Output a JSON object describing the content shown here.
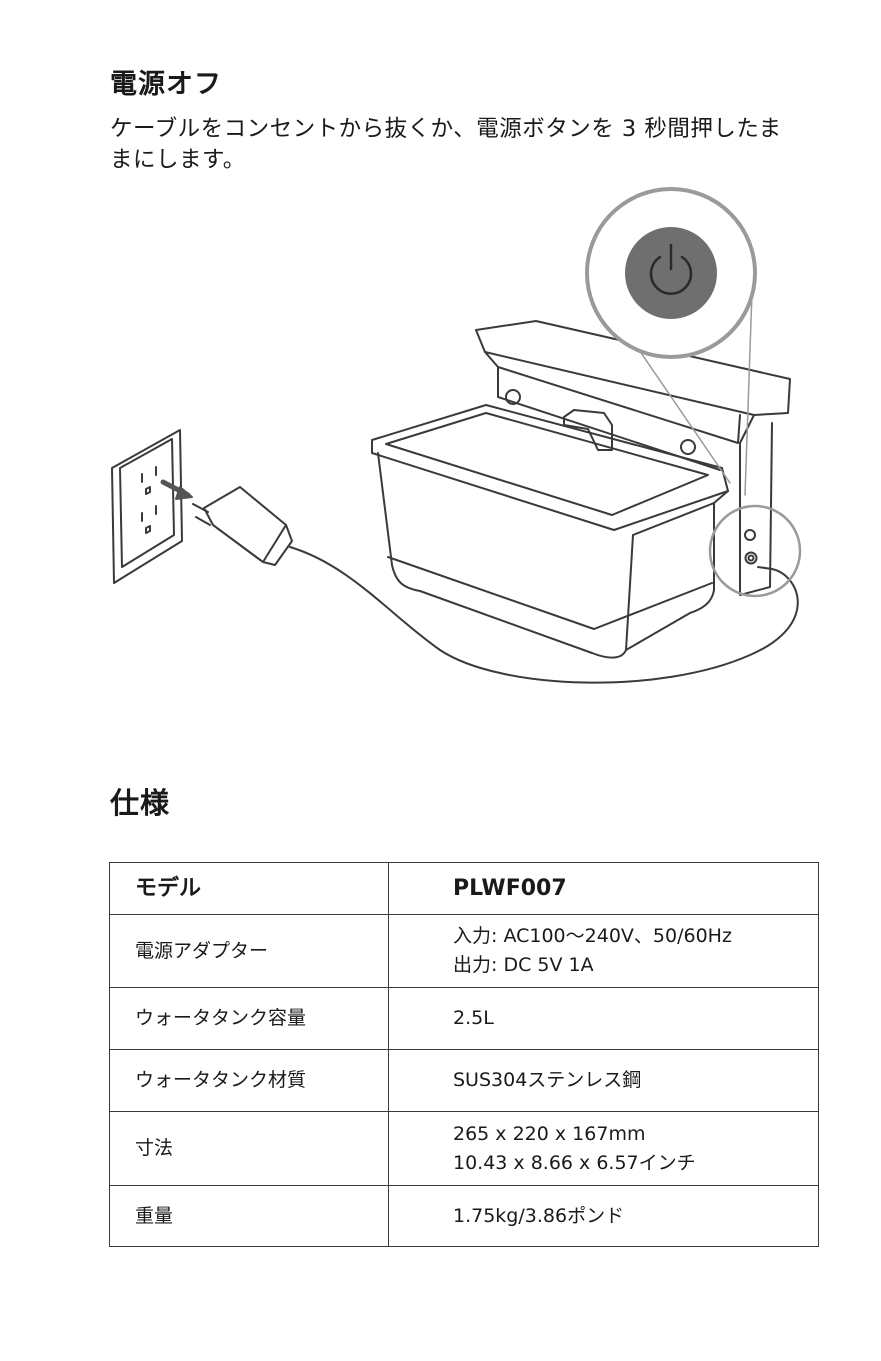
{
  "power_section": {
    "title": "電源オフ",
    "line1": "ケーブルをコンセントから抜くか、電源ボタンを 3 秒間押したま",
    "line2": "まにします。"
  },
  "spec_section": {
    "title": "仕様",
    "header": {
      "label": "モデル",
      "value": "PLWF007"
    },
    "rows": [
      {
        "label": "電源アダプター",
        "lines": [
          "入力: AC100～240V、50/60Hz",
          "出力: DC 5V 1A"
        ]
      },
      {
        "label": "ウォータタンク容量",
        "lines": [
          "2.5L"
        ]
      },
      {
        "label": "ウォータタンク材質",
        "lines": [
          "SUS304ステンレス鋼"
        ]
      },
      {
        "label": "寸法",
        "lines": [
          "265 x 220 x 167mm",
          "10.43 x 8.66 x 6.57インチ"
        ]
      },
      {
        "label": "重量",
        "lines": [
          "1.75kg/3.86ポンド"
        ]
      }
    ]
  },
  "illustration": {
    "icons": [
      "power-button-icon",
      "wall-outlet-icon",
      "usb-adapter-icon",
      "appliance-tank-icon",
      "power-cable-icon",
      "arrow-icon"
    ],
    "colors": {
      "line": "#3a3a3a",
      "power_button": "#6f6f6f",
      "callout_circle": "#9a9a9a",
      "arrow": "#555555"
    }
  }
}
